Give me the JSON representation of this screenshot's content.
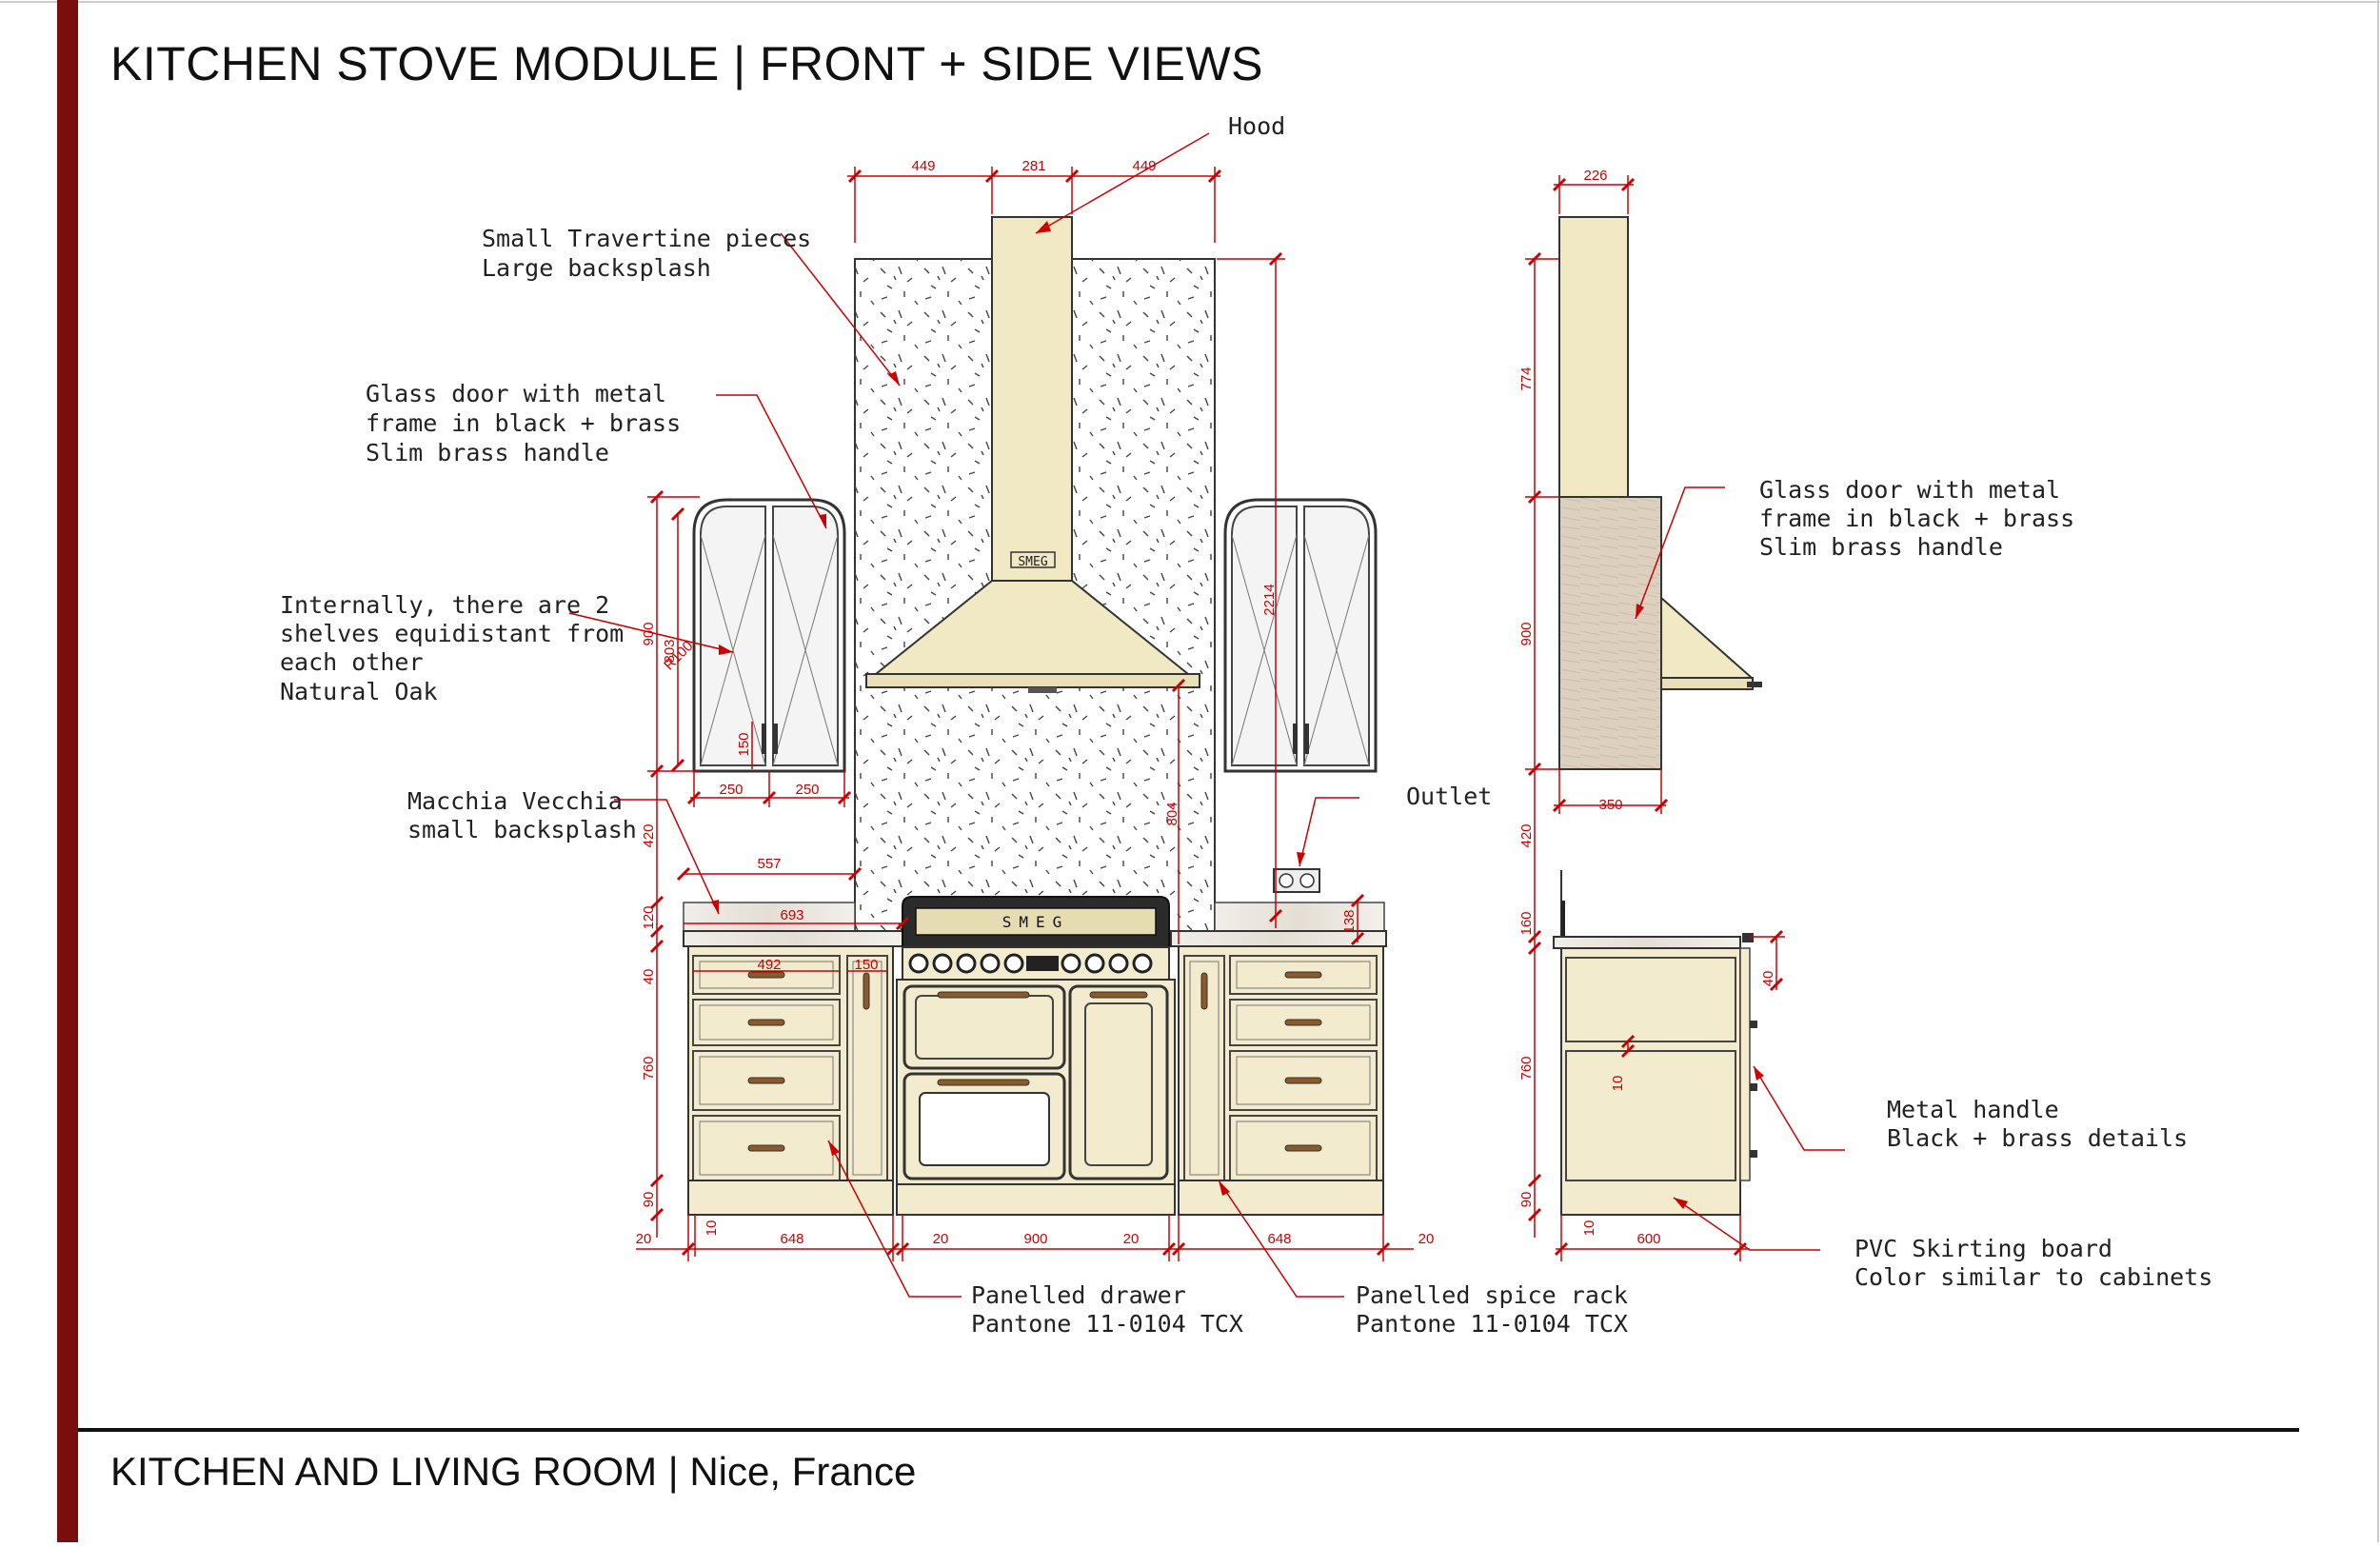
{
  "sheet": {
    "title": "KITCHEN STOVE MODULE | FRONT + SIDE VIEWS",
    "footer": "KITCHEN AND LIVING ROOM | Nice, France",
    "accent_color": "#7a0d0d"
  },
  "labels": {
    "hood": "Hood",
    "travertine_l1": "Small Travertine pieces",
    "travertine_l2": "Large backsplash",
    "glass_l1": "Glass door with metal",
    "glass_l2": "frame in black + brass",
    "glass_l3": "Slim brass handle",
    "shelves_l1": "Internally, there are 2",
    "shelves_l2": "shelves equidistant from",
    "shelves_l3": "each other",
    "shelves_l4": "Natural Oak",
    "macchia_l1": "Macchia Vecchia",
    "macchia_l2": "small backsplash",
    "outlet": "Outlet",
    "side_glass_l1": "Glass door with metal",
    "side_glass_l2": "frame in black + brass",
    "side_glass_l3": "Slim brass handle",
    "handle_l1": "Metal handle",
    "handle_l2": "Black + brass details",
    "skirting_l1": "PVC Skirting board",
    "skirting_l2": "Color similar to cabinets",
    "drawer_l1": "Panelled drawer",
    "drawer_l2": "Pantone 11-0104 TCX",
    "spice_l1": "Panelled spice rack",
    "spice_l2": "Pantone 11-0104 TCX",
    "brand": "SMEG",
    "brand_hood": "SMEG"
  },
  "dims": {
    "top_449_left": "449",
    "top_281": "281",
    "top_449_right": "449",
    "side_226": "226",
    "side_774": "774",
    "side_900": "900",
    "side_350": "350",
    "side_420": "420",
    "side_160": "160",
    "side_40": "40",
    "side_760": "760",
    "side_10_mid": "10",
    "side_90": "90",
    "side_10_bot": "10",
    "side_600": "600",
    "r100": "R100",
    "front_900": "900",
    "front_803": "803",
    "front_150_vert": "150",
    "front_250_a": "250",
    "front_250_b": "250",
    "front_2214": "2214",
    "front_804": "804",
    "front_420": "420",
    "front_557": "557",
    "front_693": "693",
    "front_120": "120",
    "front_138": "138",
    "front_492": "492",
    "front_150_horiz": "150",
    "front_40": "40",
    "front_760": "760",
    "front_90": "90",
    "front_10": "10",
    "bot_20_a": "20",
    "bot_648_a": "648",
    "bot_20_b": "20",
    "bot_900": "900",
    "bot_20_c": "20",
    "bot_648_b": "648",
    "bot_20_d": "20"
  }
}
